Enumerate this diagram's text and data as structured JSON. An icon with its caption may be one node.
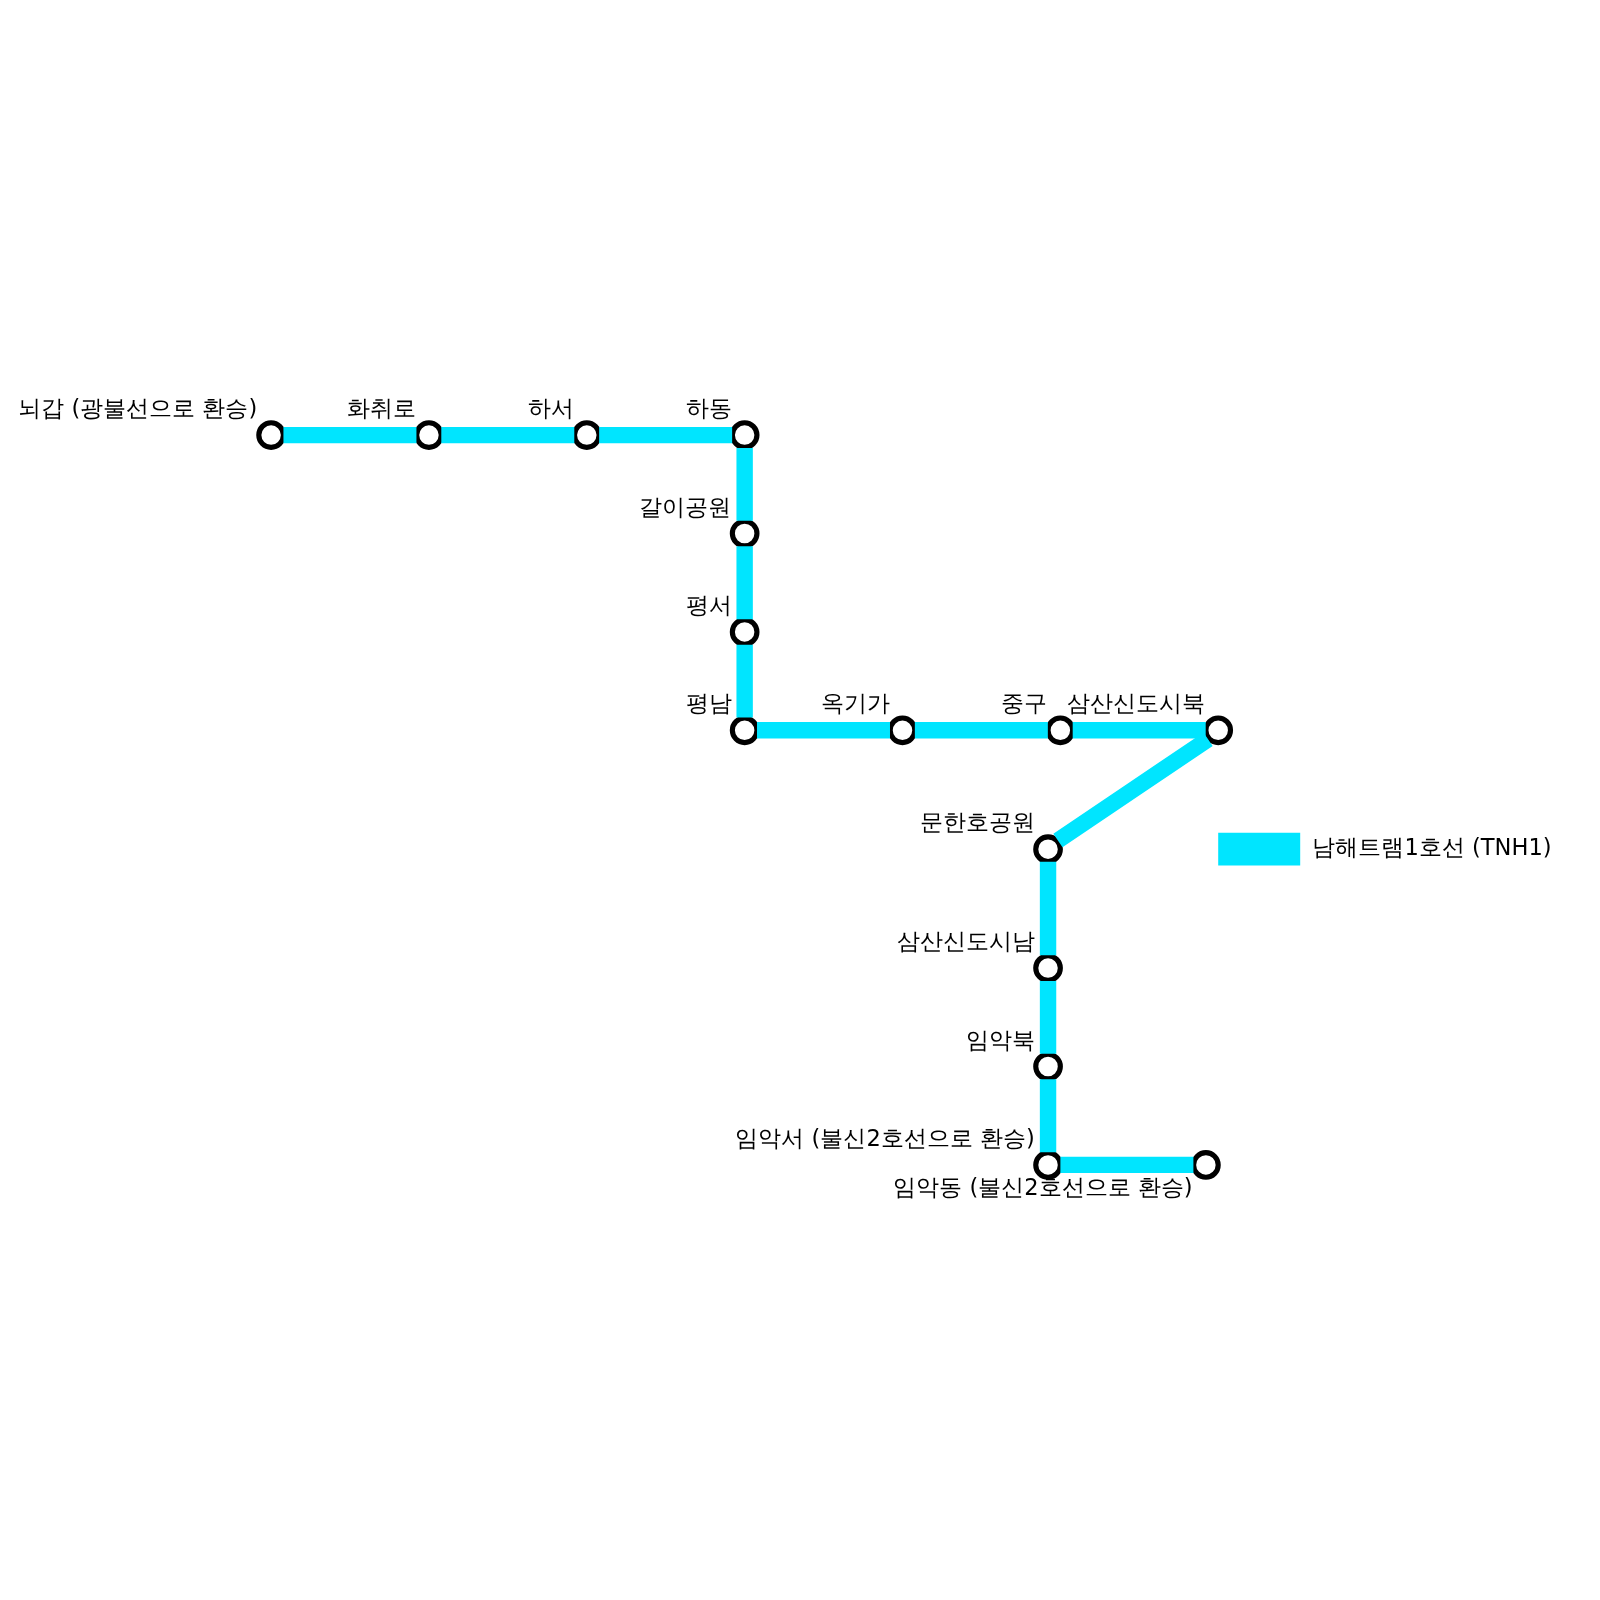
{
  "diagram": {
    "nodes": [
      {
        "text": [
          "뇌갑 (광불선으로 환승)"
        ]
      },
      {
        "text": [
          "화취로"
        ]
      },
      {
        "text": [
          "하서"
        ]
      },
      {
        "text": [
          "하동"
        ]
      },
      {
        "text": [
          "갈이공원"
        ]
      },
      {
        "text": [
          "평서"
        ]
      },
      {
        "text": [
          "평남"
        ]
      },
      {
        "text": [
          "옥기가"
        ]
      },
      {
        "text": [
          "중구"
        ]
      },
      {
        "text": [
          "삼산신도시북"
        ]
      },
      {
        "text": [
          "문한호공원"
        ]
      },
      {
        "text": [
          "삼산신도시남"
        ]
      },
      {
        "text": [
          "임악북"
        ]
      },
      {
        "text": [
          "임악서 (불신2호선으로 환승)"
        ]
      },
      {
        "text": [
          "임악동 (불신2호선으로 환승)"
        ]
      }
    ],
    "edges": [
      {
        "from": 0,
        "to": 1,
        "arrow": "none"
      },
      {
        "from": 1,
        "to": 2,
        "arrow": "none"
      },
      {
        "from": 2,
        "to": 3,
        "arrow": "none"
      },
      {
        "from": 3,
        "to": 4,
        "arrow": "none"
      },
      {
        "from": 4,
        "to": 5,
        "arrow": "none"
      },
      {
        "from": 5,
        "to": 6,
        "arrow": "none"
      },
      {
        "from": 6,
        "to": 7,
        "arrow": "none"
      },
      {
        "from": 7,
        "to": 8,
        "arrow": "none"
      },
      {
        "from": 8,
        "to": 9,
        "arrow": "none"
      },
      {
        "from": 9,
        "to": 10,
        "arrow": "none"
      },
      {
        "from": 10,
        "to": 11,
        "arrow": "none"
      },
      {
        "from": 11,
        "to": 12,
        "arrow": "none"
      },
      {
        "from": 12,
        "to": 13,
        "arrow": "none"
      },
      {
        "from": 13,
        "to": 14,
        "arrow": "none"
      }
    ],
    "legend": [
      {
        "text": "남해트램1호선 (TNH1)"
      }
    ]
  }
}
